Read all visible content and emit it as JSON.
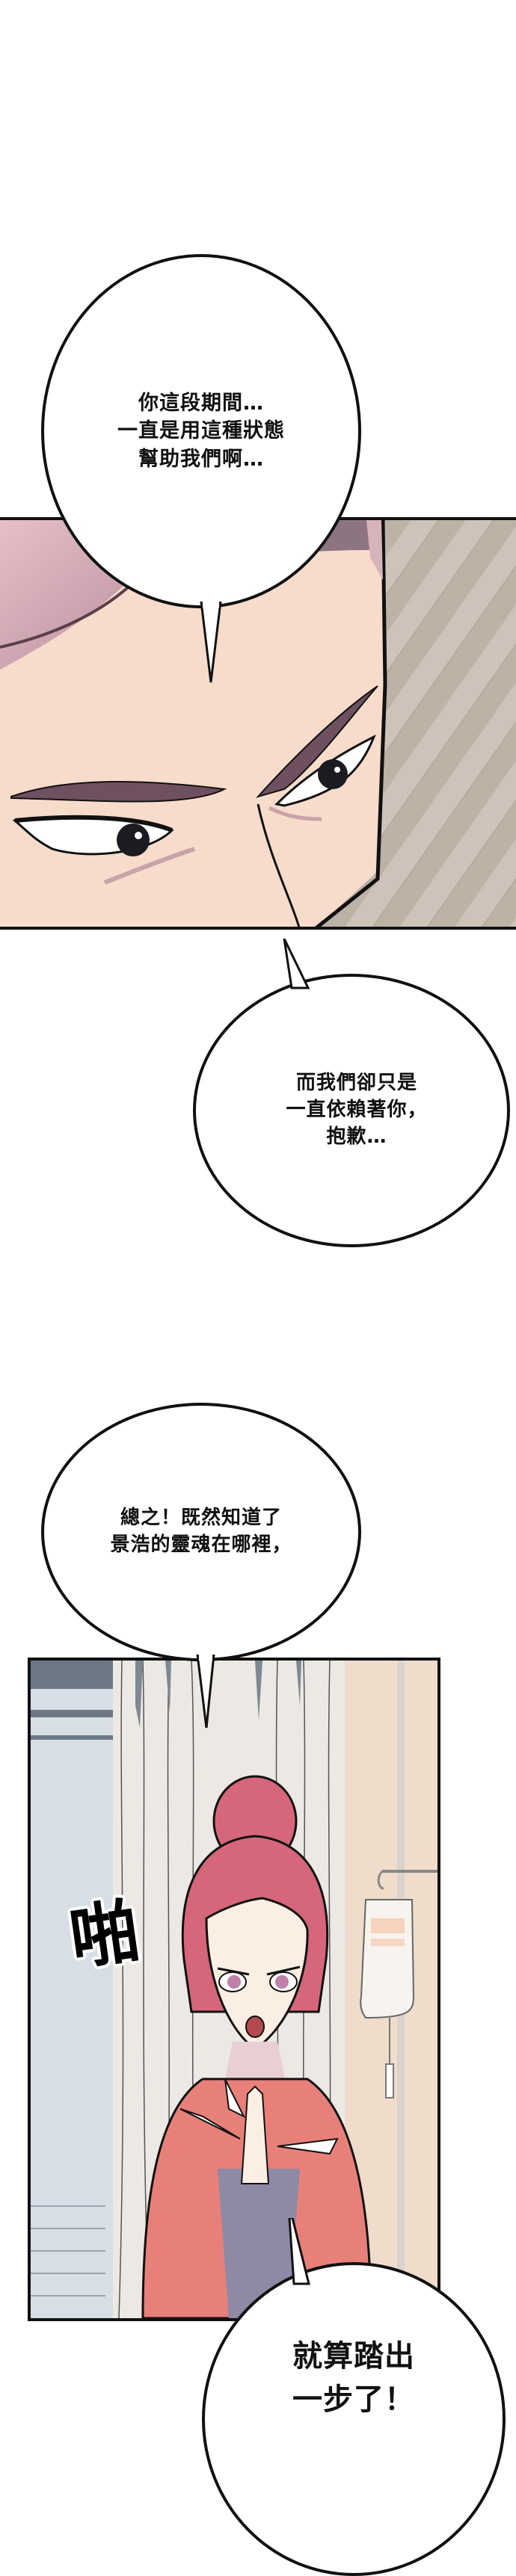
{
  "page": {
    "type": "webtoon-strip",
    "background": "#ffffff"
  },
  "bubbles": [
    {
      "id": "bubble-1",
      "lines": [
        "你這段期間…",
        "一直是用這種狀態",
        "幫助我們啊…"
      ],
      "text": "你這段期間…\n一直是用這種狀態\n幫助我們啊…"
    },
    {
      "id": "bubble-2",
      "lines": [
        "而我們卻只是",
        "一直依賴著你，",
        "抱歉…"
      ],
      "text": "而我們卻只是\n一直依賴著你，\n抱歉…"
    },
    {
      "id": "bubble-3",
      "lines": [
        "總之！既然知道了",
        "景浩的靈魂在哪裡，"
      ],
      "text": "總之！既然知道了\n景浩的靈魂在哪裡，"
    },
    {
      "id": "bubble-4",
      "lines": [
        "就算踏出",
        "一步了！"
      ],
      "text": "就算踏出\n一步了！"
    }
  ],
  "panels": [
    {
      "id": "panel-1",
      "description": "close-up of man's eyes with pink hair, sidelong glance",
      "colors": {
        "skin": "#f7dccb",
        "hair": "#d9a9b3",
        "hair_shadow": "#8a6b7a",
        "background": "#c9beb3"
      }
    },
    {
      "id": "panel-2",
      "description": "woman with pink hair bun in red hoodie clapping hands, hospital curtain and IV bag",
      "colors": {
        "hair": "#d6667a",
        "hoodie": "#e8807a",
        "skin": "#fbeee3",
        "window": "#d7dde4",
        "window_dark": "#6d7884",
        "curtain": "#ece6df",
        "wall": "#efdccb"
      }
    }
  ],
  "sfx": {
    "text": "啪"
  }
}
